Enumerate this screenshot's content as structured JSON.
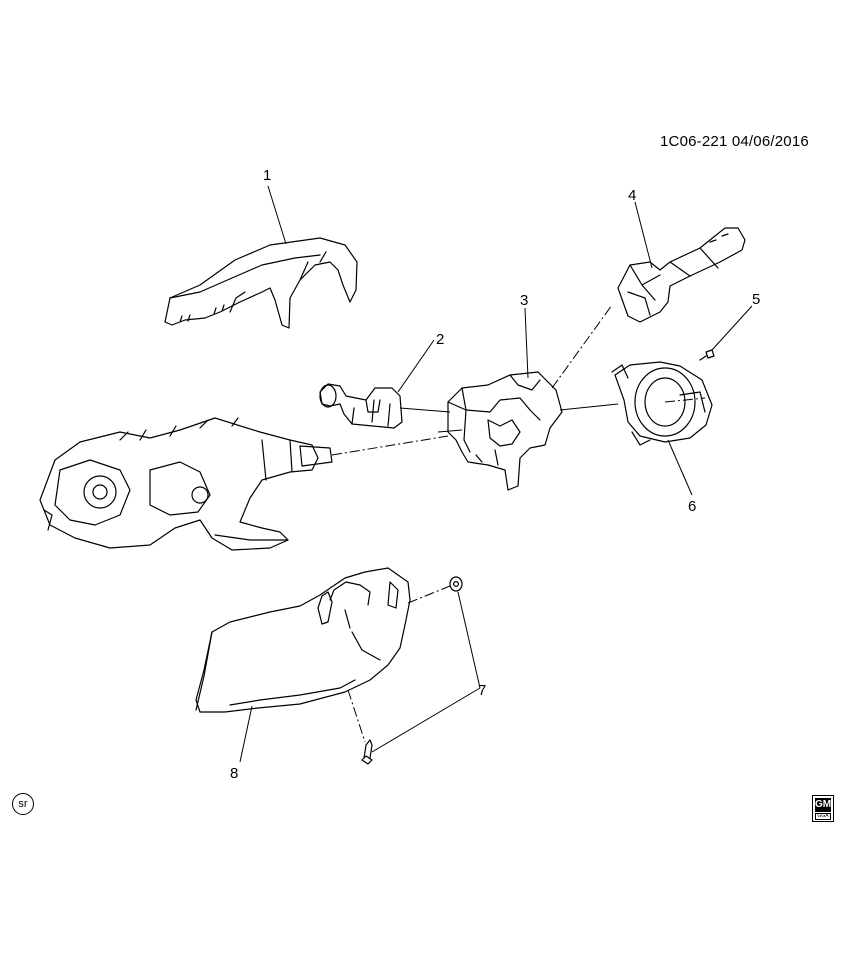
{
  "diagram": {
    "reference": "1C06-221  04/06/2016",
    "callouts": [
      "1",
      "2",
      "3",
      "4",
      "5",
      "6",
      "7",
      "8"
    ],
    "badge": "sr",
    "logo": {
      "top": "GM",
      "bottom": "GGA"
    }
  },
  "colors": {
    "line": "#000000",
    "background": "#ffffff",
    "shade": "#e8e8e8"
  },
  "icons": [
    "sr-badge-icon",
    "gm-logo-icon"
  ]
}
